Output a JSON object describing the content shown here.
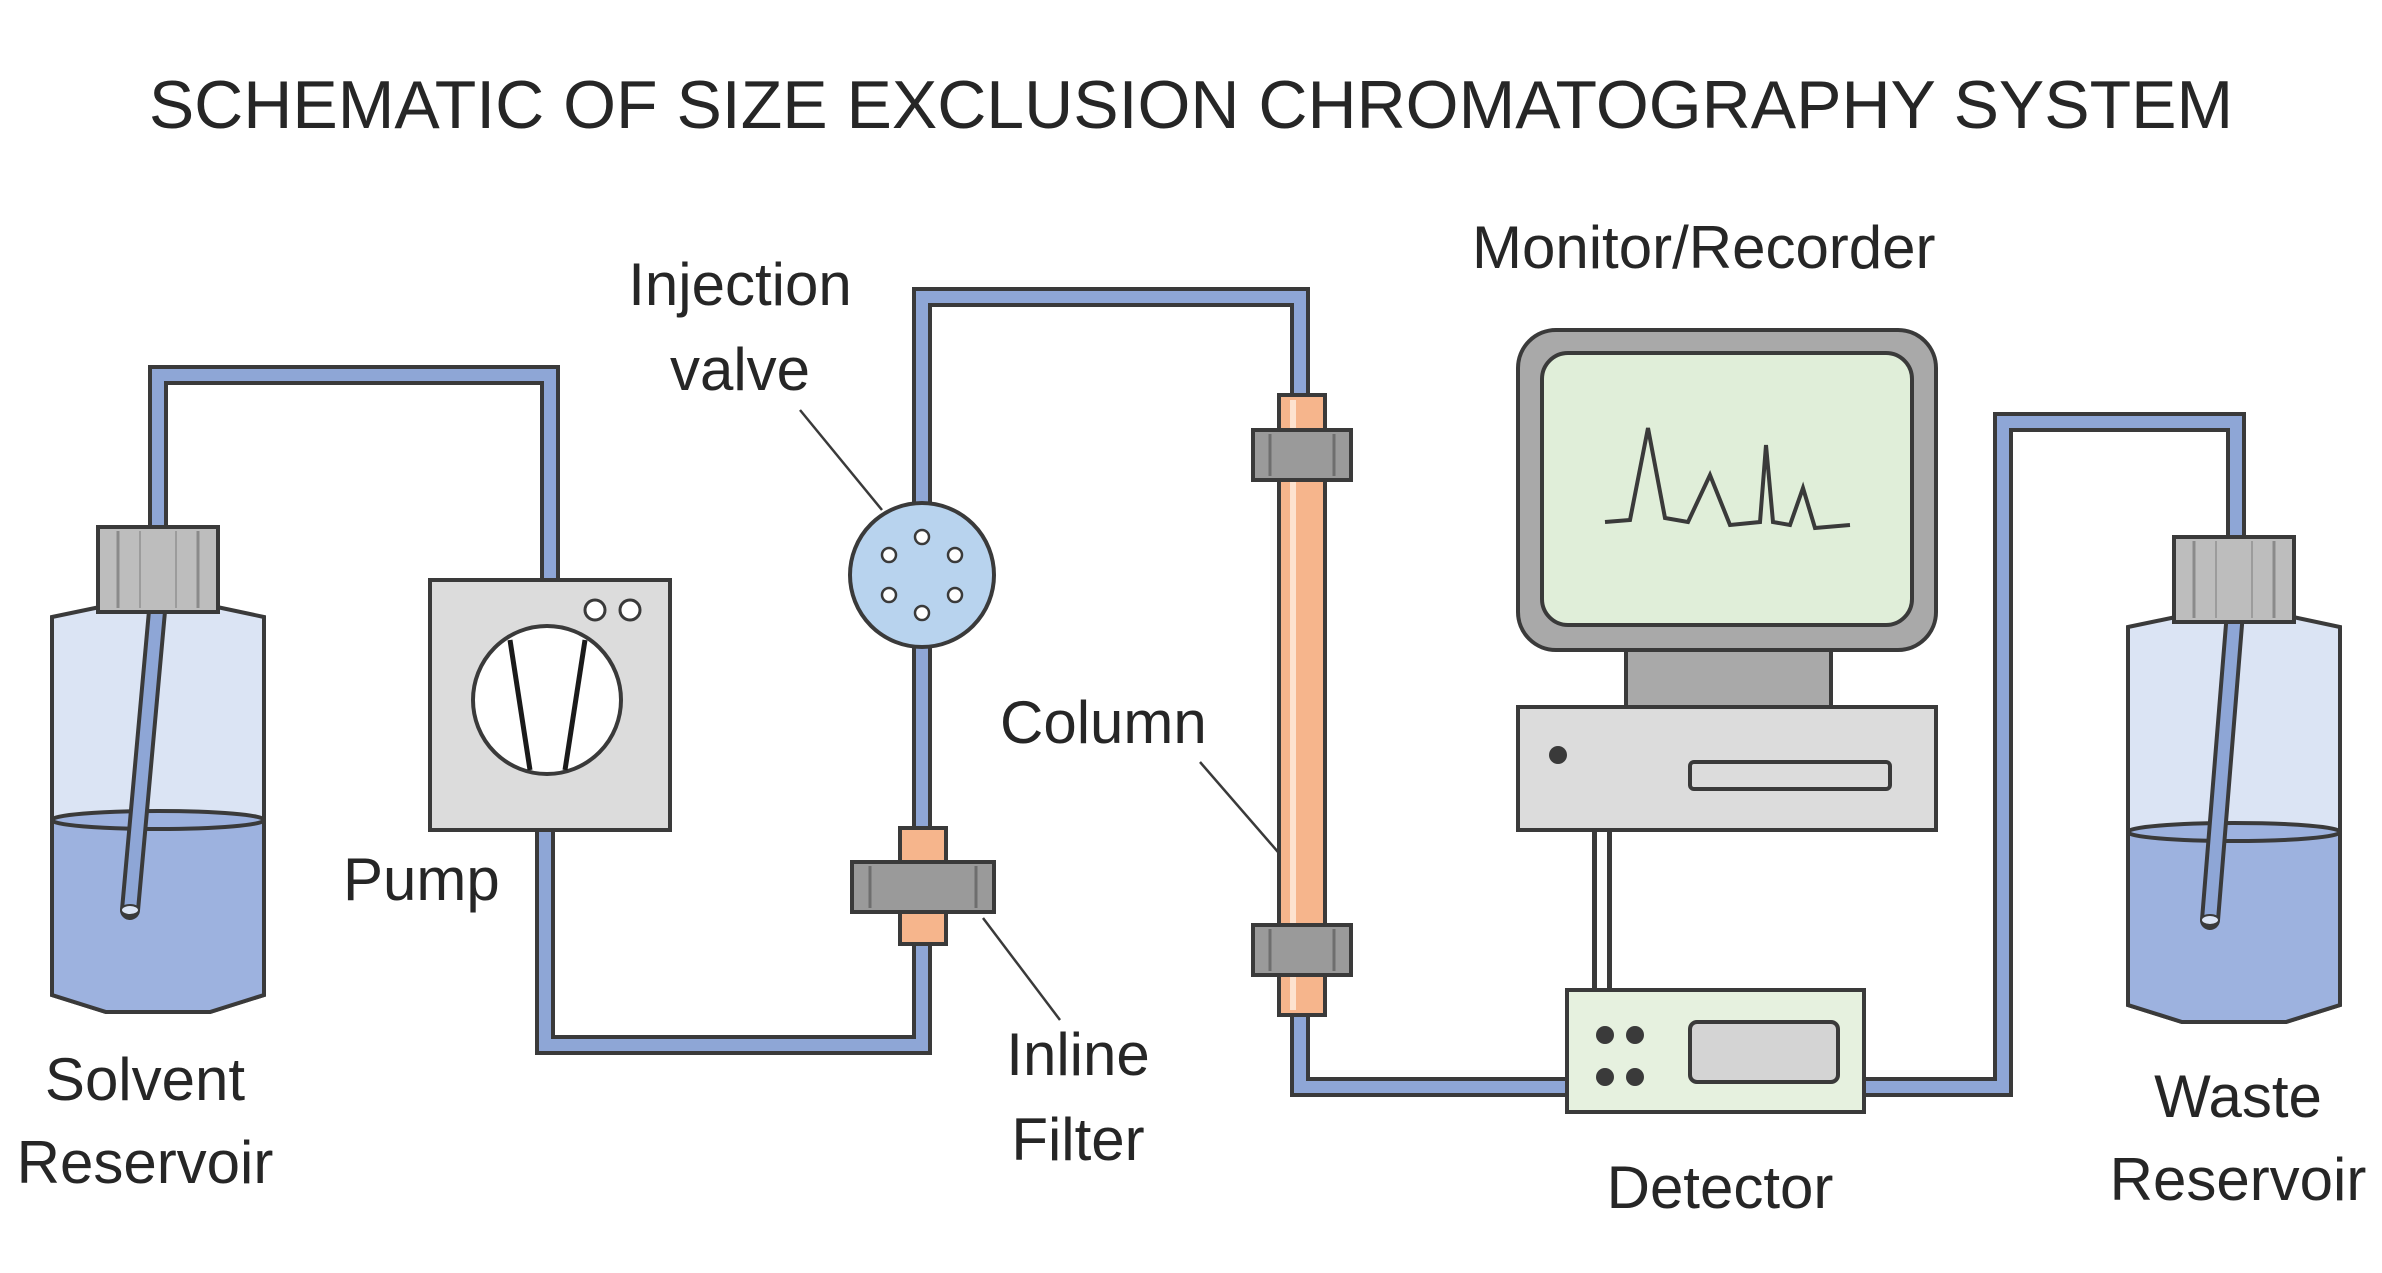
{
  "title": "SCHEMATIC OF SIZE EXCLUSION CHROMATOGRAPHY SYSTEM",
  "labels": {
    "solvent_reservoir": [
      "Solvent",
      "Reservoir"
    ],
    "pump": "Pump",
    "injection_valve": [
      "Injection",
      "valve"
    ],
    "inline_filter": [
      "Inline",
      "Filter"
    ],
    "column": "Column",
    "monitor_recorder": "Monitor/Recorder",
    "detector": "Detector",
    "waste_reservoir": [
      "Waste",
      "Reservoir"
    ]
  },
  "colors": {
    "tubing": "#8ea6d6",
    "outline": "#3a3a3a",
    "liquid": "#9db2df",
    "bottle": "#dbe4f4",
    "cap": "#bdbdbd",
    "device_gray": "#dcdcdc",
    "valve": "#b8d3ee",
    "column": "#f6b58c",
    "screen": "#e0eed9",
    "detector": "#e6f1df"
  }
}
